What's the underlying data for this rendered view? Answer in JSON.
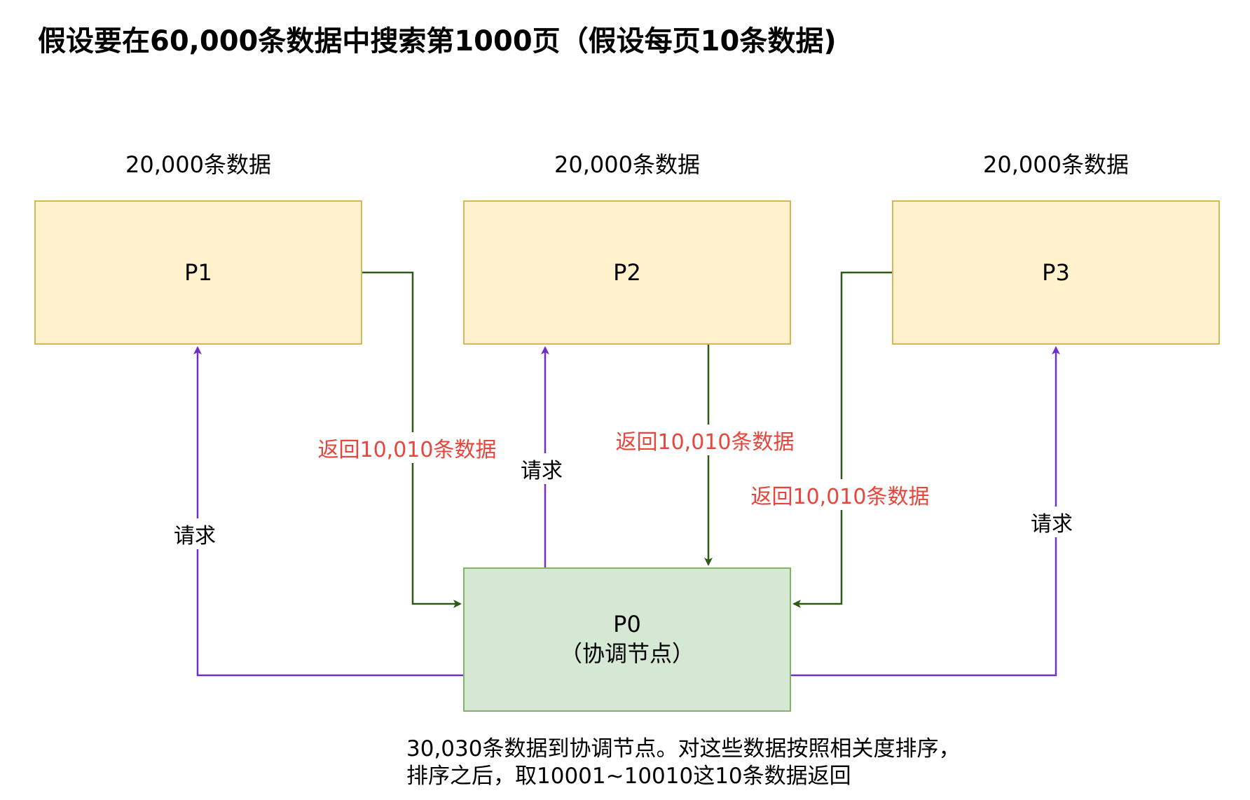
{
  "title": "假设要在60,000条数据中搜索第1000页（假设每页10条数据)",
  "nodes": {
    "p1": {
      "label": "P1",
      "caption": "20,000条数据"
    },
    "p2": {
      "label": "P2",
      "caption": "20,000条数据"
    },
    "p3": {
      "label": "P3",
      "caption": "20,000条数据"
    },
    "p0": {
      "label": "P0",
      "sub": "（协调节点）"
    }
  },
  "edges": {
    "request_label": "请求",
    "return_label": "返回10,010条数据"
  },
  "colors": {
    "request_arrow": "#7030c8",
    "return_arrow": "#2d5a17",
    "return_text": "#e8453c",
    "shard_fill": "#fff2cc",
    "shard_border": "#d6b656",
    "coord_fill": "#d5e8d4",
    "coord_border": "#82b366"
  },
  "note": {
    "line1": "30,030条数据到协调节点。对这些数据按照相关度排序，",
    "line2": "排序之后，取10001~10010这10条数据返回"
  }
}
